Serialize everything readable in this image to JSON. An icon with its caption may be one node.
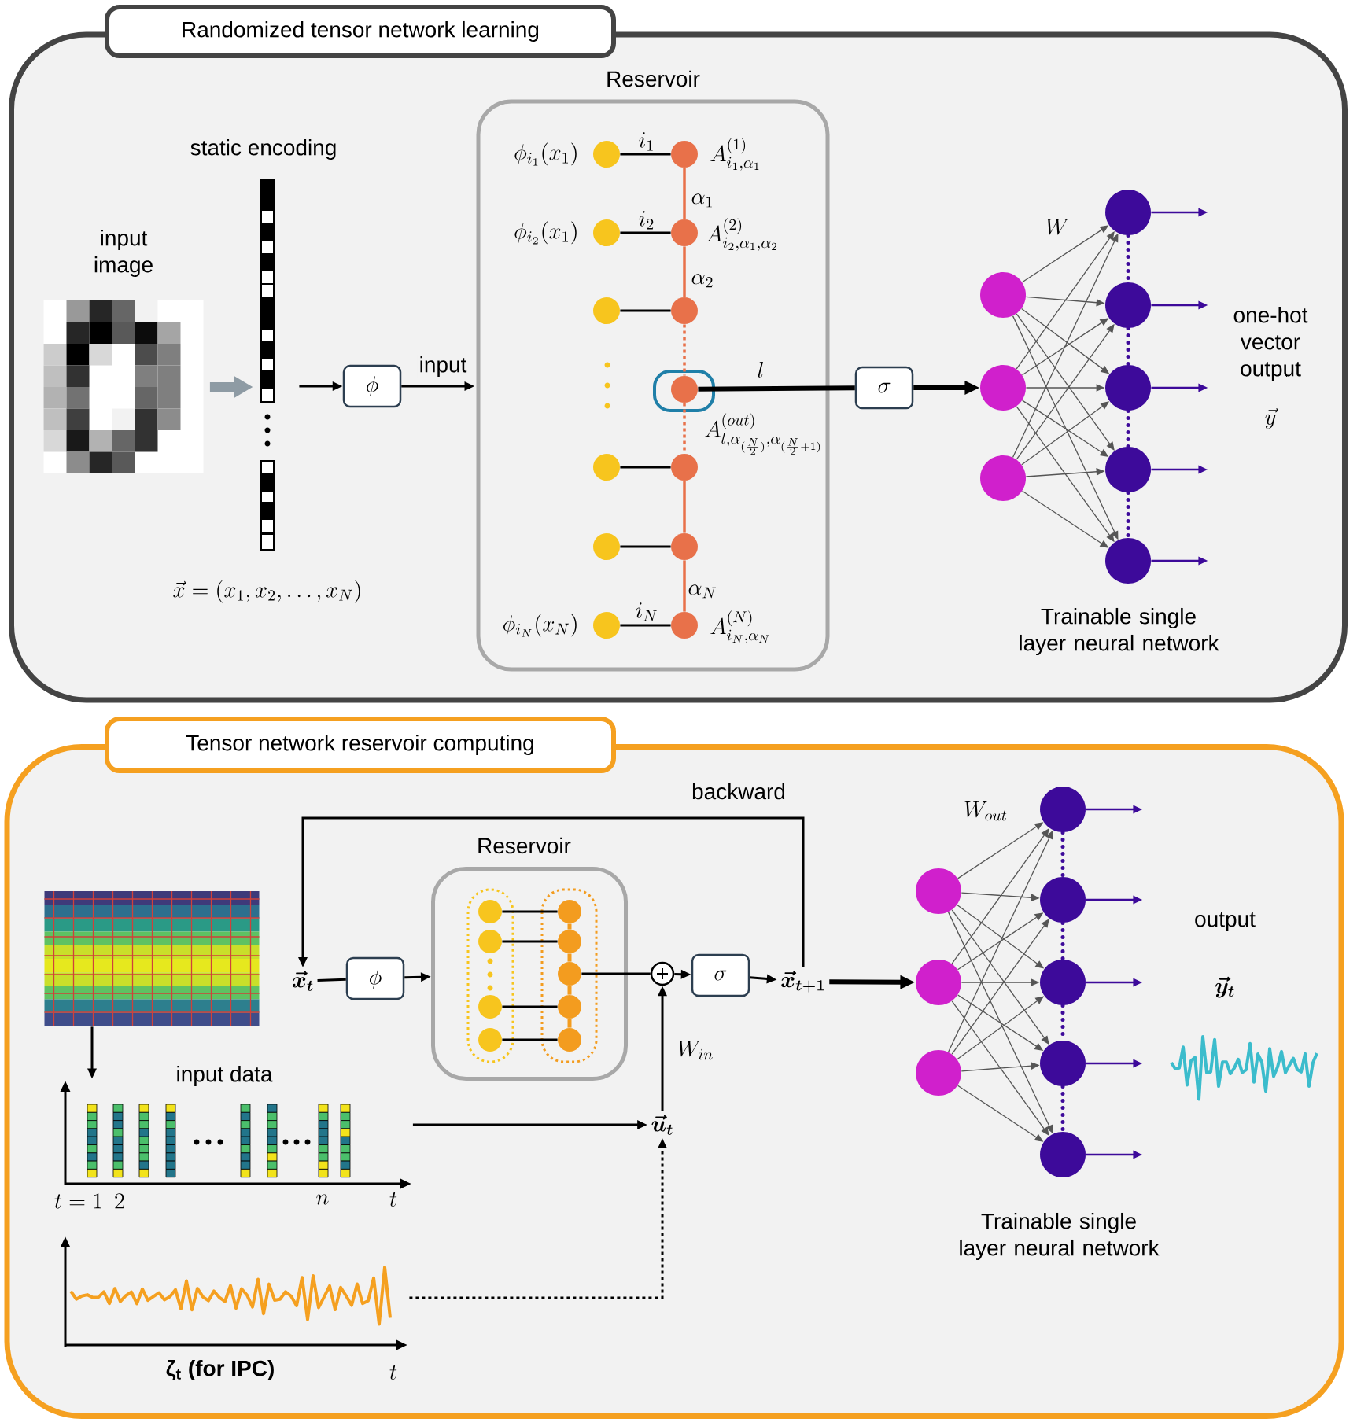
{
  "diagram": {
    "nodes": [
      {
        "text": [
          "Randomized tensor network learning"
        ]
      },
      {
        "text": [
          "input image"
        ],
        "in": 0
      },
      {
        "text": [
          "static encoding"
        ],
        "beside": [
          "\\vec{x} = (x_1, x_2, \\dots, x_N)"
        ],
        "in": 0
      },
      {
        "text": [
          "\\phi"
        ],
        "in": 0
      },
      {
        "text": [
          "Reservoir"
        ],
        "in": 0
      },
      {
        "text": [],
        "shape": "circle",
        "in": 4,
        "beside": [
          "\\phi_{i_1}(x_1)"
        ]
      },
      {
        "text": [],
        "shape": "circle",
        "in": 4,
        "beside": [
          "\\phi_{i_2}(x_1)"
        ]
      },
      {
        "text": [],
        "shape": "circle",
        "in": 4
      },
      {
        "text": [],
        "shape": "circle",
        "in": 4
      },
      {
        "text": [],
        "shape": "circle",
        "in": 4
      },
      {
        "text": [],
        "shape": "circle",
        "in": 4,
        "beside": [
          "\\phi_{i_N}(x_N)"
        ]
      },
      {
        "text": [],
        "shape": "circle",
        "in": 4,
        "beside": [
          "A^{(1)}_{i_1,\\alpha_1}"
        ]
      },
      {
        "text": [],
        "shape": "circle",
        "in": 4,
        "beside": [
          "A^{(2)}_{i_2,\\alpha_1,\\alpha_2}"
        ]
      },
      {
        "text": [],
        "shape": "circle",
        "in": 4
      },
      {
        "text": [],
        "shape": "circle",
        "in": 4,
        "beside": [
          "A^{(out)}_{l,\\alpha_{(\\frac{N}{2})},\\alpha_{(\\frac{N}{2}+1)}}"
        ]
      },
      {
        "text": [],
        "shape": "circle",
        "in": 4
      },
      {
        "text": [],
        "shape": "circle",
        "in": 4
      },
      {
        "text": [],
        "shape": "circle",
        "in": 4,
        "beside": [
          "A^{(N)}_{i_N,\\alpha_N}"
        ]
      },
      {
        "text": [
          "\\sigma"
        ],
        "in": 0
      },
      {
        "text": [],
        "shape": "circle",
        "in": 0
      },
      {
        "text": [],
        "shape": "circle",
        "in": 0
      },
      {
        "text": [],
        "shape": "circle",
        "in": 0
      },
      {
        "text": [],
        "shape": "circle",
        "in": 0
      },
      {
        "text": [],
        "shape": "circle",
        "in": 0
      },
      {
        "text": [],
        "shape": "circle",
        "in": 0
      },
      {
        "text": [],
        "shape": "circle",
        "in": 0
      },
      {
        "text": [],
        "shape": "circle",
        "in": 0
      },
      {
        "text": [
          "Tensor network reservoir computing"
        ]
      },
      {
        "text": [],
        "shape": "picture",
        "in": 27
      },
      {
        "text": [
          "input data"
        ],
        "in": 27
      },
      {
        "text": [
          "ζ$_{t}$ (for IPC)"
        ],
        "in": 27
      },
      {
        "text": [
          "\\vec{x}_t"
        ],
        "in": 27
      },
      {
        "text": [
          "\\phi"
        ],
        "in": 27
      },
      {
        "text": [
          "Reservoir"
        ],
        "in": 27
      },
      {
        "text": [],
        "shape": "circle",
        "in": 33
      },
      {
        "text": [],
        "shape": "circle",
        "in": 33
      },
      {
        "text": [],
        "shape": "circle",
        "in": 33
      },
      {
        "text": [],
        "shape": "circle",
        "in": 33
      },
      {
        "text": [],
        "shape": "circle",
        "in": 33
      },
      {
        "text": [],
        "shape": "circle",
        "in": 33
      },
      {
        "text": [],
        "shape": "circle",
        "in": 33
      },
      {
        "text": [],
        "shape": "circle",
        "in": 33
      },
      {
        "text": [],
        "shape": "circle",
        "in": 33
      },
      {
        "text": [],
        "shape": "circle",
        "in": 27
      },
      {
        "text": [
          "\\sigma"
        ],
        "in": 27
      },
      {
        "text": [
          "\\vec{x}_{t+1}"
        ],
        "in": 27
      },
      {
        "text": [
          "\\vec{u}_t"
        ],
        "in": 27
      },
      {
        "text": [],
        "shape": "circle",
        "in": 27
      },
      {
        "text": [],
        "shape": "circle",
        "in": 27
      },
      {
        "text": [],
        "shape": "circle",
        "in": 27
      },
      {
        "text": [],
        "shape": "circle",
        "in": 27
      },
      {
        "text": [],
        "shape": "circle",
        "in": 27
      },
      {
        "text": [],
        "shape": "circle",
        "in": 27
      },
      {
        "text": [],
        "shape": "circle",
        "in": 27
      },
      {
        "text": [],
        "shape": "circle",
        "in": 27
      }
    ],
    "edges": [
      {
        "from": 1,
        "to": 2,
        "arrow": "to",
        "style": "thick",
        "color": "#8e9ba4"
      },
      {
        "from": 2,
        "to": 3,
        "arrow": "to"
      },
      {
        "from": 3,
        "to": 4,
        "arrow": "to",
        "label": "input"
      },
      {
        "from": 5,
        "to": 11,
        "arrow": "none",
        "label": "i_1"
      },
      {
        "from": 6,
        "to": 12,
        "arrow": "none",
        "label": "i_2"
      },
      {
        "from": 7,
        "to": 13,
        "arrow": "none"
      },
      {
        "from": 8,
        "to": 15,
        "arrow": "none"
      },
      {
        "from": 9,
        "to": 16,
        "arrow": "none"
      },
      {
        "from": 10,
        "to": 17,
        "arrow": "none",
        "label": "i_N"
      },
      {
        "from": 11,
        "to": 12,
        "arrow": "none",
        "label": "\\alpha_1",
        "color": "#e8714a"
      },
      {
        "from": 12,
        "to": 13,
        "arrow": "none",
        "label": "\\alpha_2",
        "color": "#e8714a"
      },
      {
        "from": 13,
        "to": 14,
        "arrow": "none",
        "style": "dashed",
        "color": "#e8714a"
      },
      {
        "from": 14,
        "to": 15,
        "arrow": "none",
        "style": "dashed",
        "color": "#e8714a"
      },
      {
        "from": 15,
        "to": 16,
        "arrow": "none",
        "color": "#e8714a"
      },
      {
        "from": 16,
        "to": 17,
        "arrow": "none",
        "label": "\\alpha_N",
        "color": "#e8714a"
      },
      {
        "from": 14,
        "to": 18,
        "arrow": "none",
        "label": "l",
        "style": "thick"
      },
      {
        "from": 18,
        "to": 20,
        "arrow": "to",
        "style": "thick"
      },
      {
        "from": 19,
        "to": 22,
        "arrow": "to",
        "color": "#555555"
      },
      {
        "from": 19,
        "to": 23,
        "arrow": "to",
        "color": "#555555"
      },
      {
        "from": 19,
        "to": 24,
        "arrow": "to",
        "color": "#555555"
      },
      {
        "from": 19,
        "to": 25,
        "arrow": "to",
        "color": "#555555"
      },
      {
        "from": 19,
        "to": 26,
        "arrow": "to",
        "color": "#555555"
      },
      {
        "from": 20,
        "to": 22,
        "arrow": "to",
        "color": "#555555"
      },
      {
        "from": 20,
        "to": 23,
        "arrow": "to",
        "color": "#555555"
      },
      {
        "from": 20,
        "to": 24,
        "arrow": "to",
        "color": "#555555"
      },
      {
        "from": 20,
        "to": 25,
        "arrow": "to",
        "color": "#555555"
      },
      {
        "from": 20,
        "to": 26,
        "arrow": "to",
        "color": "#555555"
      },
      {
        "from": 21,
        "to": 22,
        "arrow": "to",
        "color": "#555555"
      },
      {
        "from": 21,
        "to": 23,
        "arrow": "to",
        "color": "#555555"
      },
      {
        "from": 21,
        "to": 24,
        "arrow": "to",
        "color": "#555555"
      },
      {
        "from": 21,
        "to": 25,
        "arrow": "to",
        "color": "#555555"
      },
      {
        "from": 21,
        "to": 26,
        "arrow": "to",
        "color": "#555555"
      },
      {
        "from": 22,
        "to": 23,
        "arrow": "none",
        "style": "dashed",
        "color": "#3d0a9a"
      },
      {
        "from": 23,
        "to": 24,
        "arrow": "none",
        "style": "dashed",
        "color": "#3d0a9a"
      },
      {
        "from": 24,
        "to": 25,
        "arrow": "none",
        "style": "dashed",
        "color": "#3d0a9a"
      },
      {
        "from": 25,
        "to": 26,
        "arrow": "none",
        "style": "dashed",
        "color": "#3d0a9a"
      },
      {
        "from": 22,
        "to": null,
        "arrow": "to",
        "color": "#3d0a9a"
      },
      {
        "from": 23,
        "to": null,
        "arrow": "to",
        "color": "#3d0a9a"
      },
      {
        "from": 24,
        "to": null,
        "arrow": "to",
        "color": "#3d0a9a"
      },
      {
        "from": 25,
        "to": null,
        "arrow": "to",
        "color": "#3d0a9a"
      },
      {
        "from": 26,
        "to": null,
        "arrow": "to",
        "color": "#3d0a9a"
      },
      {
        "from": 28,
        "to": 29,
        "arrow": "to"
      },
      {
        "from": 29,
        "to": 46,
        "arrow": "to"
      },
      {
        "from": 30,
        "to": 46,
        "arrow": "to",
        "style": "dashed"
      },
      {
        "from": 31,
        "to": 32,
        "arrow": "none"
      },
      {
        "from": 32,
        "to": 33,
        "arrow": "to"
      },
      {
        "from": 34,
        "to": 38,
        "arrow": "none"
      },
      {
        "from": 35,
        "to": 39,
        "arrow": "none"
      },
      {
        "from": 36,
        "to": 41,
        "arrow": "none"
      },
      {
        "from": 37,
        "to": 42,
        "arrow": "none"
      },
      {
        "from": 38,
        "to": 39,
        "arrow": "none",
        "color": "#f39c1f"
      },
      {
        "from": 39,
        "to": 40,
        "arrow": "none",
        "color": "#f39c1f"
      },
      {
        "from": 40,
        "to": 41,
        "arrow": "none",
        "color": "#f39c1f"
      },
      {
        "from": 41,
        "to": 42,
        "arrow": "none",
        "color": "#f39c1f"
      },
      {
        "from": 40,
        "to": 43,
        "arrow": "none"
      },
      {
        "from": 46,
        "to": 43,
        "arrow": "to",
        "label": "W_{in}"
      },
      {
        "from": 43,
        "to": 44,
        "arrow": "to"
      },
      {
        "from": 44,
        "to": 45,
        "arrow": "to"
      },
      {
        "from": 45,
        "to": 31,
        "arrow": "to",
        "label": "backward"
      },
      {
        "from": 45,
        "to": 48,
        "arrow": "to",
        "style": "thick"
      },
      {
        "from": 47,
        "to": 50,
        "arrow": "to",
        "color": "#555555"
      },
      {
        "from": 47,
        "to": 51,
        "arrow": "to",
        "color": "#555555"
      },
      {
        "from": 47,
        "to": 52,
        "arrow": "to",
        "color": "#555555"
      },
      {
        "from": 47,
        "to": 53,
        "arrow": "to",
        "color": "#555555"
      },
      {
        "from": 47,
        "to": 54,
        "arrow": "to",
        "color": "#555555"
      },
      {
        "from": 48,
        "to": 50,
        "arrow": "to",
        "color": "#555555"
      },
      {
        "from": 48,
        "to": 51,
        "arrow": "to",
        "color": "#555555"
      },
      {
        "from": 48,
        "to": 52,
        "arrow": "to",
        "color": "#555555"
      },
      {
        "from": 48,
        "to": 53,
        "arrow": "to",
        "color": "#555555"
      },
      {
        "from": 48,
        "to": 54,
        "arrow": "to",
        "color": "#555555"
      },
      {
        "from": 49,
        "to": 50,
        "arrow": "to",
        "color": "#555555"
      },
      {
        "from": 49,
        "to": 51,
        "arrow": "to",
        "color": "#555555"
      },
      {
        "from": 49,
        "to": 52,
        "arrow": "to",
        "color": "#555555"
      },
      {
        "from": 49,
        "to": 53,
        "arrow": "to",
        "color": "#555555"
      },
      {
        "from": 49,
        "to": 54,
        "arrow": "to",
        "color": "#555555"
      },
      {
        "from": 50,
        "to": 51,
        "arrow": "none",
        "style": "dashed",
        "color": "#3d0a9a"
      },
      {
        "from": 51,
        "to": 52,
        "arrow": "none",
        "style": "dashed",
        "color": "#3d0a9a"
      },
      {
        "from": 52,
        "to": 53,
        "arrow": "none",
        "style": "dashed",
        "color": "#3d0a9a"
      },
      {
        "from": 53,
        "to": 54,
        "arrow": "none",
        "style": "dashed",
        "color": "#3d0a9a"
      },
      {
        "from": 50,
        "to": null,
        "arrow": "to",
        "color": "#3d0a9a"
      },
      {
        "from": 51,
        "to": null,
        "arrow": "to",
        "color": "#3d0a9a"
      },
      {
        "from": 52,
        "to": null,
        "arrow": "to",
        "color": "#3d0a9a"
      },
      {
        "from": 53,
        "to": null,
        "arrow": "to",
        "color": "#3d0a9a"
      },
      {
        "from": 54,
        "to": null,
        "arrow": "to",
        "color": "#3d0a9a"
      }
    ],
    "labels": [
      "W",
      "one-hot vector output",
      "\\vec{y}",
      "Trainable single layer neural network",
      "W_{out}",
      "output",
      "\\vec{y}_t",
      "t = 1",
      "2",
      "n",
      "t",
      "Trainable single layer neural network",
      "t"
    ]
  }
}
